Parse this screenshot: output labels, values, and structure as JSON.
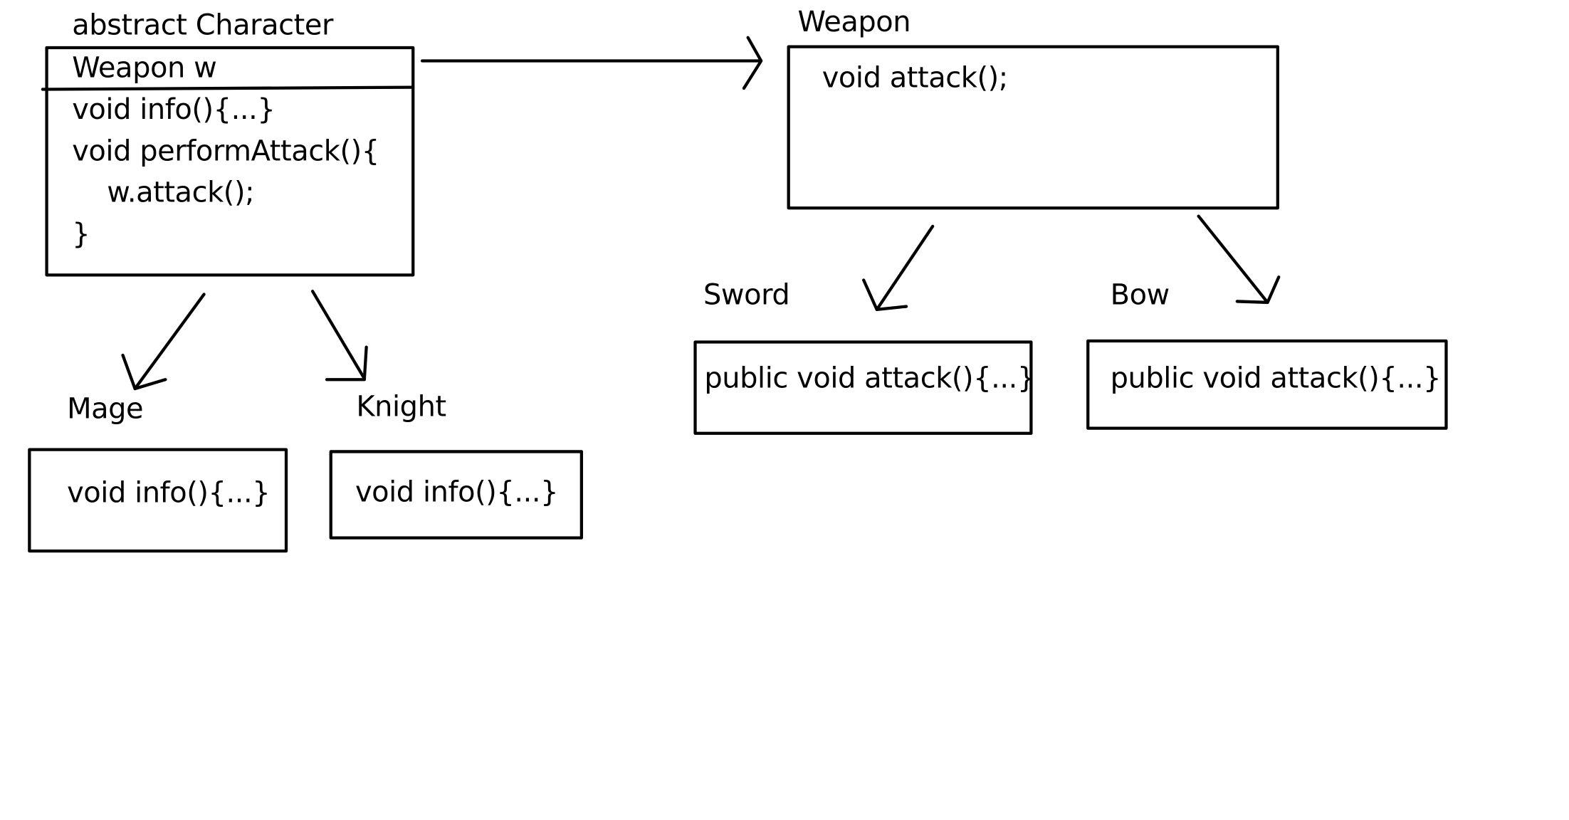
{
  "character": {
    "title": "abstract Character",
    "field": "Weapon w",
    "methods": [
      "void info(){...}",
      "void performAttack(){",
      "    w.attack();",
      "}"
    ]
  },
  "weapon": {
    "title": "Weapon",
    "method": "void attack();"
  },
  "mage": {
    "title": "Mage",
    "method": "void info(){...}"
  },
  "knight": {
    "title": "Knight",
    "method": "void info(){...}"
  },
  "sword": {
    "title": "Sword",
    "method": "public void attack(){...}"
  },
  "bow": {
    "title": "Bow",
    "method": "public void attack(){...}"
  }
}
